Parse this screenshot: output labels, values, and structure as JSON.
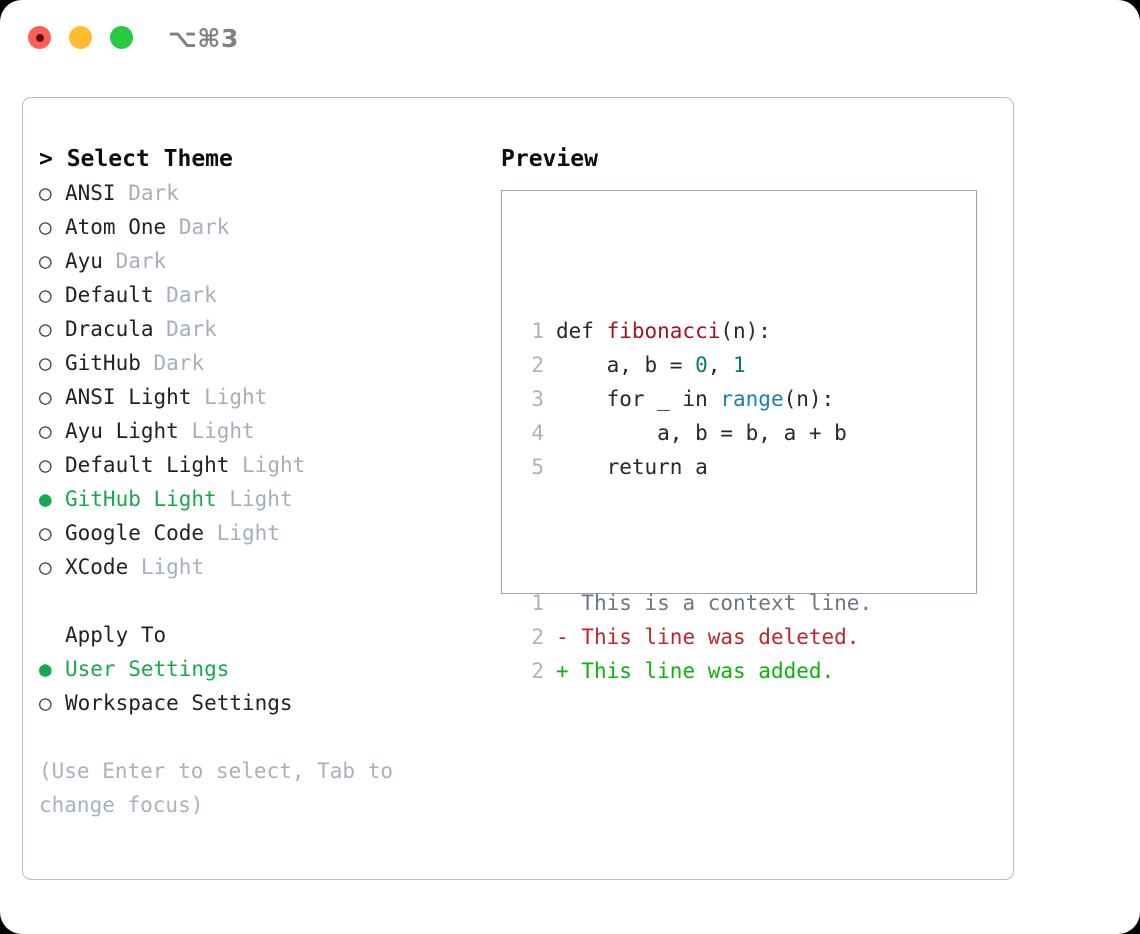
{
  "window": {
    "shortcut": "⌥⌘3",
    "traffic_lights": [
      "close",
      "minimize",
      "maximize"
    ],
    "accent_green": "#1aa84c",
    "border_color": "#b4bdcb"
  },
  "left_panel": {
    "title": "> Select Theme",
    "themes": [
      {
        "marker": "○",
        "name": "ANSI",
        "variant": "Dark",
        "selected": false
      },
      {
        "marker": "○",
        "name": "Atom One",
        "variant": "Dark",
        "selected": false
      },
      {
        "marker": "○",
        "name": "Ayu",
        "variant": "Dark",
        "selected": false
      },
      {
        "marker": "○",
        "name": "Default",
        "variant": "Dark",
        "selected": false
      },
      {
        "marker": "○",
        "name": "Dracula",
        "variant": "Dark",
        "selected": false
      },
      {
        "marker": "○",
        "name": "GitHub",
        "variant": "Dark",
        "selected": false
      },
      {
        "marker": "○",
        "name": "ANSI Light",
        "variant": "Light",
        "selected": false
      },
      {
        "marker": "○",
        "name": "Ayu Light",
        "variant": "Light",
        "selected": false
      },
      {
        "marker": "○",
        "name": "Default Light",
        "variant": "Light",
        "selected": false
      },
      {
        "marker": "●",
        "name": "GitHub Light",
        "variant": "Light",
        "selected": true
      },
      {
        "marker": "○",
        "name": "Google Code",
        "variant": "Light",
        "selected": false
      },
      {
        "marker": "○",
        "name": "XCode",
        "variant": "Light",
        "selected": false
      }
    ],
    "apply_to": {
      "label": "Apply To",
      "options": [
        {
          "marker": "●",
          "label": "User Settings",
          "selected": true
        },
        {
          "marker": "○",
          "label": "Workspace Settings",
          "selected": false
        }
      ]
    },
    "hint": "(Use Enter to select, Tab to change focus)"
  },
  "right_panel": {
    "title": "Preview",
    "code_lines": [
      {
        "n": "1",
        "tokens": [
          {
            "t": "def ",
            "c": "tok-def"
          },
          {
            "t": "fibonacci",
            "c": "tok-fn"
          },
          {
            "t": "(n):",
            "c": "tok-plain"
          }
        ]
      },
      {
        "n": "2",
        "tokens": [
          {
            "t": "    a, b = ",
            "c": "tok-plain"
          },
          {
            "t": "0",
            "c": "tok-num"
          },
          {
            "t": ", ",
            "c": "tok-plain"
          },
          {
            "t": "1",
            "c": "tok-num"
          }
        ]
      },
      {
        "n": "3",
        "tokens": [
          {
            "t": "    for _ in ",
            "c": "tok-def"
          },
          {
            "t": "range",
            "c": "tok-builtin"
          },
          {
            "t": "(n):",
            "c": "tok-plain"
          }
        ]
      },
      {
        "n": "4",
        "tokens": [
          {
            "t": "        a, b = b, a + b",
            "c": "tok-plain"
          }
        ]
      },
      {
        "n": "5",
        "tokens": [
          {
            "t": "    return a",
            "c": "tok-def"
          }
        ]
      }
    ],
    "diff_lines": [
      {
        "n": "1",
        "sign": "  ",
        "text": "This is a context line.",
        "cls": "diff-ctx"
      },
      {
        "n": "2",
        "sign": "- ",
        "text": "This line was deleted.",
        "cls": "diff-del"
      },
      {
        "n": "2",
        "sign": "+ ",
        "text": "This line was added.",
        "cls": "diff-add"
      }
    ]
  }
}
